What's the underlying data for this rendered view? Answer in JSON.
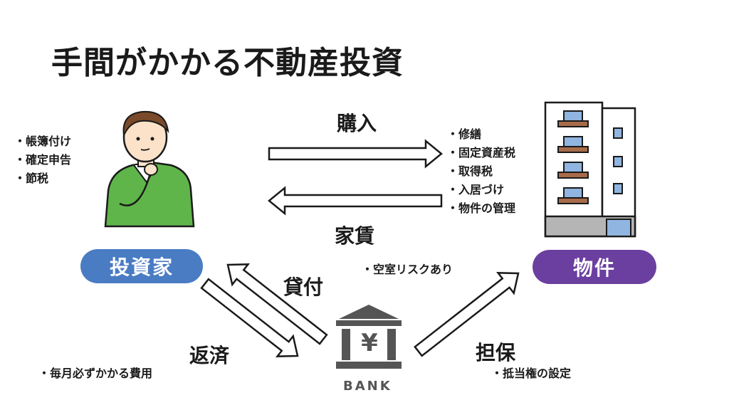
{
  "title": "手間がかかる不動産投資",
  "investor": {
    "label": "投資家",
    "tasks": [
      "帳簿付け",
      "確定申告",
      "節税"
    ],
    "color": "#4a7cc4"
  },
  "property": {
    "label": "物件",
    "tasks": [
      "修繕",
      "固定資産税",
      "取得税",
      "入居づけ",
      "物件の管理"
    ],
    "color": "#6b3fa0"
  },
  "flows": {
    "purchase": "購入",
    "rent": "家賃",
    "loan": "貸付",
    "repayment": "返済",
    "collateral": "担保"
  },
  "notes": {
    "vacancy": "空室リスクあり",
    "monthly": "毎月必ずかかる費用",
    "mortgage": "抵当権の設定"
  },
  "bank": {
    "symbol": "¥",
    "label": "BANK"
  }
}
